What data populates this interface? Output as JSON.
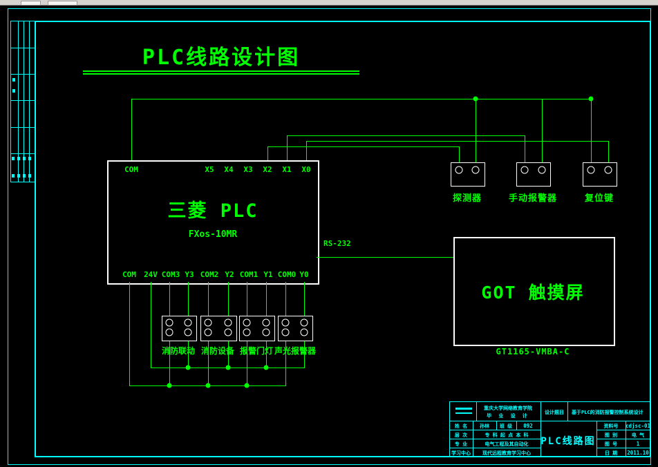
{
  "colors": {
    "line_green": "#00ff00",
    "frame_cyan": "#00ffff",
    "box_white": "#ffffff",
    "background": "#000000"
  },
  "diagram_title": "PLC线路设计图",
  "plc": {
    "name": "三菱 PLC",
    "model": "FXos-10MR",
    "top_terminals": [
      "COM",
      "X5",
      "X4",
      "X3",
      "X2",
      "X1",
      "X0"
    ],
    "bottom_terminals": [
      "COM",
      "24V",
      "COM3",
      "Y3",
      "COM2",
      "Y2",
      "COM1",
      "Y1",
      "COM0",
      "Y0"
    ]
  },
  "link": {
    "label": "RS-232"
  },
  "got": {
    "name": "GOT 触摸屏",
    "model": "GT1165-VMBA-C"
  },
  "input_devices": [
    {
      "label": "探测器"
    },
    {
      "label": "手动报警器"
    },
    {
      "label": "复位键"
    }
  ],
  "output_devices": [
    {
      "label": "消防联动"
    },
    {
      "label": "消防设备"
    },
    {
      "label": "报警门灯"
    },
    {
      "label": "声光报警器"
    }
  ],
  "title_block": {
    "school_line1": "重庆大学网络教育学院",
    "school_line2": "毕 业 设 计",
    "project_label": "设计题目",
    "project_value": "基于PLC的消防报警控制系统设计",
    "name_label": "姓 名",
    "name_value": "孙林",
    "class_label": "班 级",
    "class_value": "092",
    "level_label": "层 次",
    "level_value": "专 科 起 点 本 科",
    "major_label": "专 业",
    "major_value": "电气工程及其自动化",
    "center_label": "学习中心",
    "center_value": "现代远程教育学习中心",
    "drawing_name": "PLC线路图",
    "doc_no_label": "资料号",
    "doc_no_value": "cdjsc-01",
    "category_label": "图 别",
    "category_value": "电 气",
    "sheet_label": "图 号",
    "sheet_value": "1",
    "date_label": "日 期",
    "date_value": "2011.10"
  }
}
